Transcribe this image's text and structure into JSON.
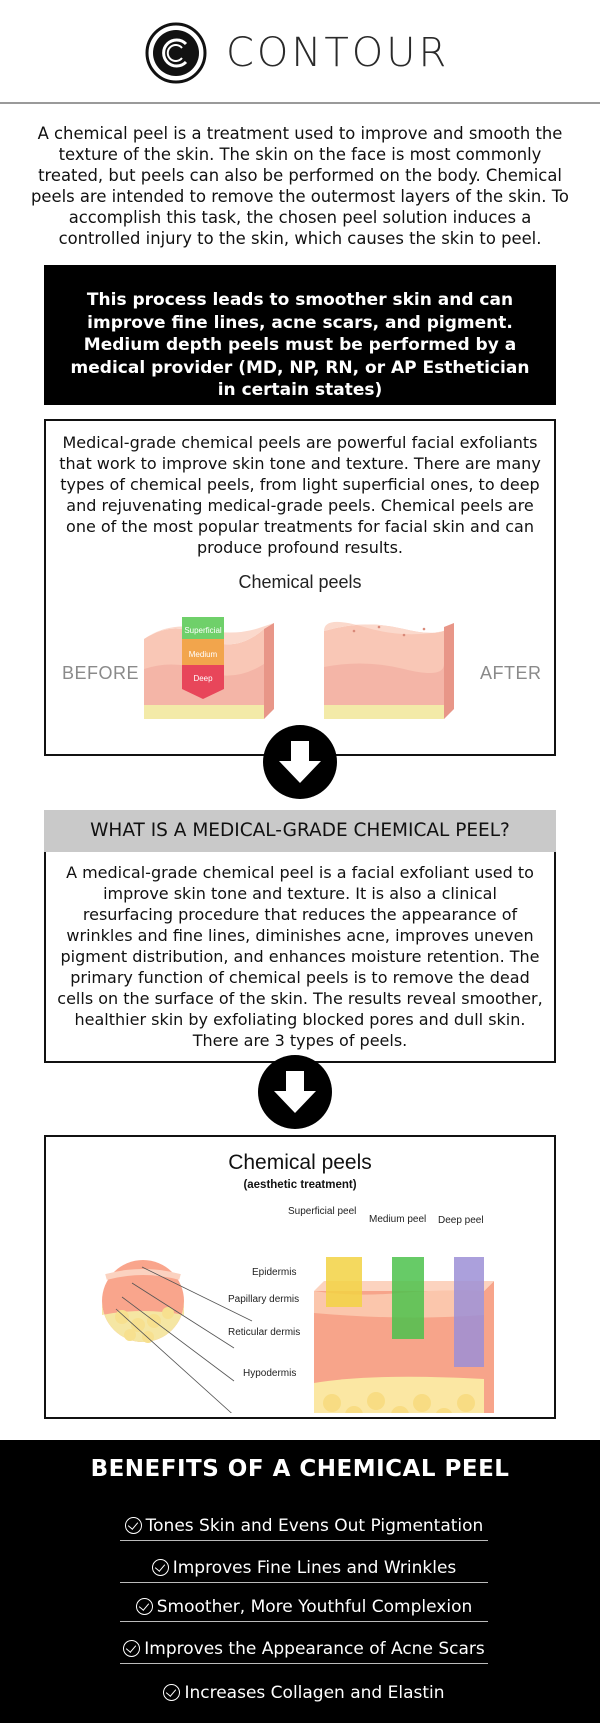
{
  "brand": {
    "name": "CONTOUR",
    "logo_icon": "copyright-c-logo-icon"
  },
  "intro": "A chemical peel is a treatment used to improve and smooth the texture of the skin. The skin on the face is most commonly treated, but peels can also be performed on the body. Chemical peels are intended to remove the outermost layers of the skin. To accomplish this task, the chosen peel solution induces a controlled injury to the skin, which causes the skin to peel.",
  "highlight": "This process leads to smoother skin and can improve fine lines, acne scars, and pigment. Medium depth peels must be performed by a medical provider (MD, NP, RN, or AP Esthetician in certain states)",
  "section1": {
    "text": "Medical-grade chemical peels are powerful facial exfoliants that work to improve skin tone and texture. There are many types of chemical peels, from light superficial ones, to deep and rejuvenating medical-grade peels. Chemical peels are one of the most popular treatments for facial skin and can produce profound results.",
    "figure": {
      "title": "Chemical peels",
      "before": "BEFORE",
      "after": "AFTER",
      "depths": [
        "Superficial",
        "Medium",
        "Deep"
      ]
    }
  },
  "section2": {
    "heading": "WHAT IS A MEDICAL-GRADE CHEMICAL PEEL?",
    "text": "A medical-grade chemical peel is a facial exfoliant used to improve skin tone and texture. It is also a clinical resurfacing procedure that reduces the appearance of wrinkles and fine lines, diminishes acne, improves uneven pigment distribution, and enhances moisture retention. The primary function of chemical peels is to remove the dead cells on the surface of the skin. The results reveal smoother, healthier skin by exfoliating blocked pores and dull skin. There are 3 types of peels."
  },
  "section3": {
    "title": "Chemical peels",
    "subtitle": "(aesthetic treatment)",
    "peel_labels": [
      "Superficial peel",
      "Medium peel",
      "Deep peel"
    ],
    "layer_labels": [
      "Epidermis",
      "Papillary dermis",
      "Reticular dermis",
      "Hypodermis"
    ],
    "colors": {
      "superficial": "#f2d243",
      "medium": "#4cc24c",
      "deep": "#9c8fd6"
    }
  },
  "benefits": {
    "title": "BENEFITS OF A CHEMICAL PEEL",
    "check_icon": "check-circle-icon",
    "items": [
      "Tones Skin and Evens Out Pigmentation",
      "Improves Fine Lines and Wrinkles",
      "Smoother, More Youthful Complexion",
      "Improves the Appearance of Acne Scars",
      "Increases Collagen and Elastin"
    ]
  }
}
